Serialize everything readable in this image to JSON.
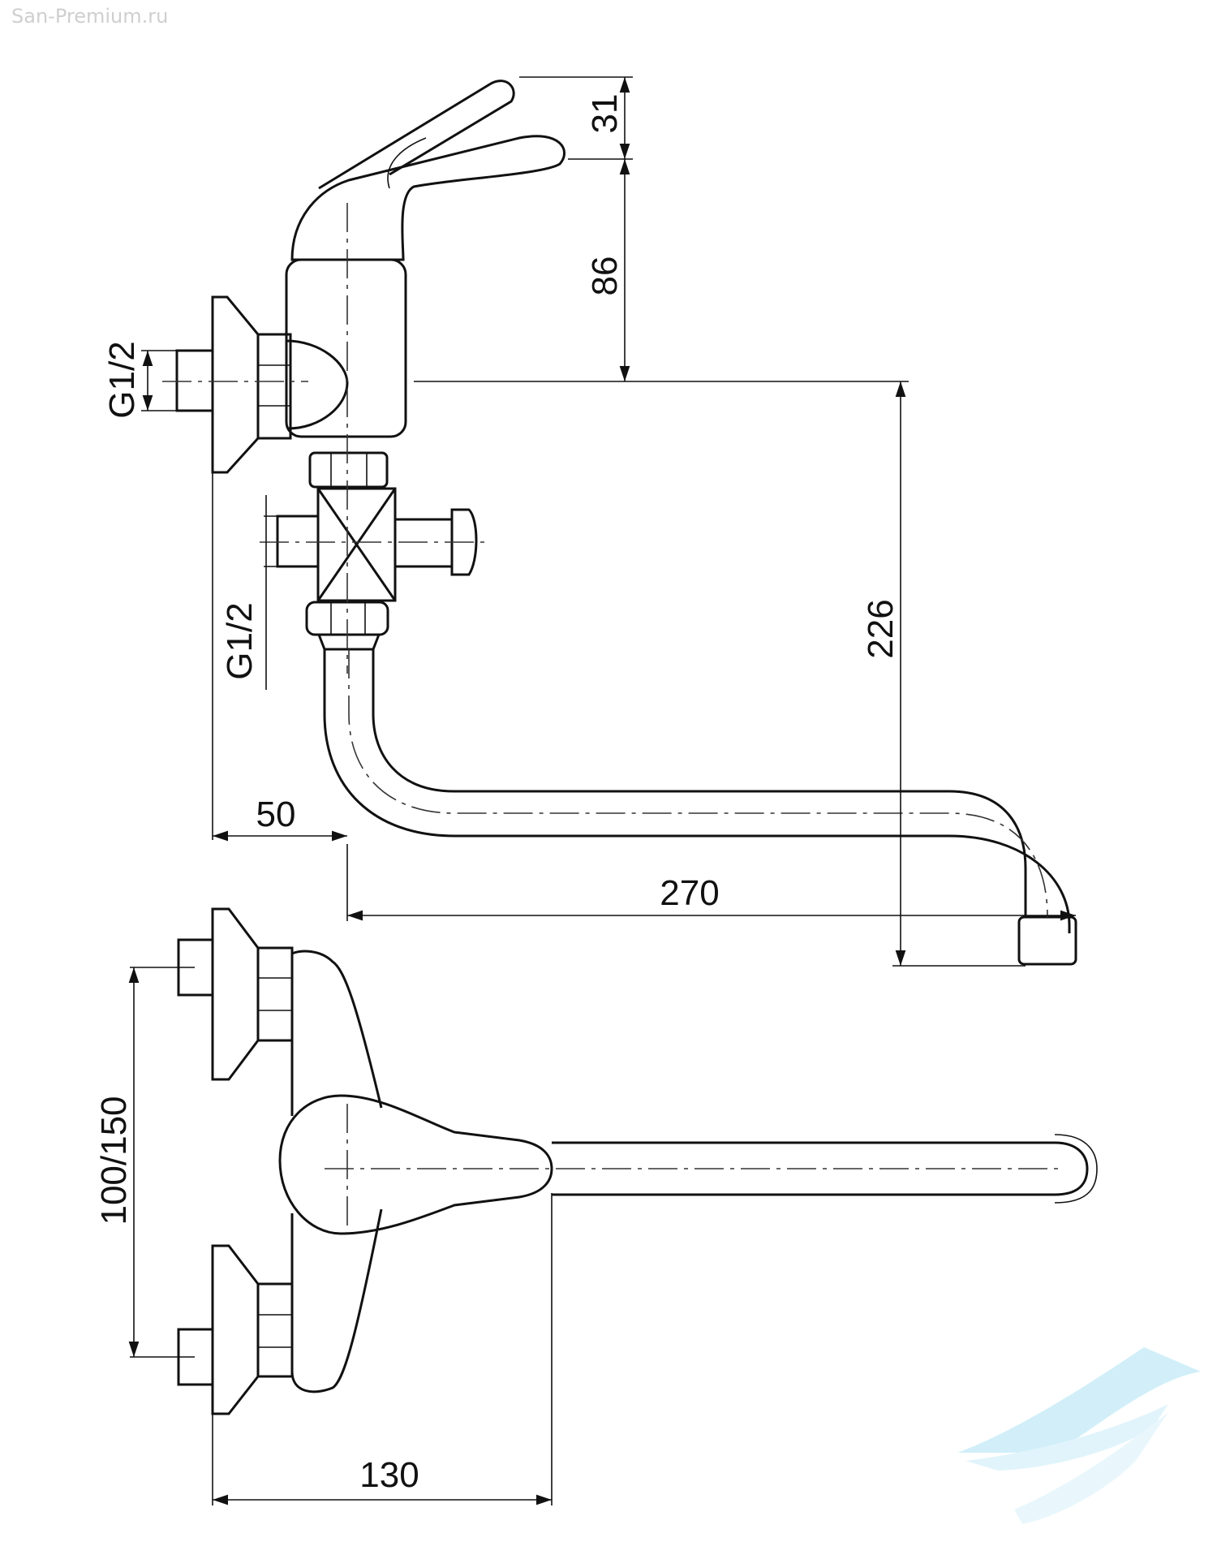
{
  "watermark": {
    "text": "San-Premium.ru",
    "logo": "san-premium-logo-icon",
    "logo_color": "#aee3f5"
  },
  "dimensions": {
    "lever_offset": "31",
    "body_height": "86",
    "spout_height": "226",
    "inlet_thread_top": "G1/2",
    "inlet_thread_diverter": "G1/2",
    "wall_offset": "50",
    "spout_reach": "270",
    "inlet_spacing": "100/150",
    "projection": "130"
  },
  "colors": {
    "line": "#111111",
    "background": "#ffffff"
  }
}
